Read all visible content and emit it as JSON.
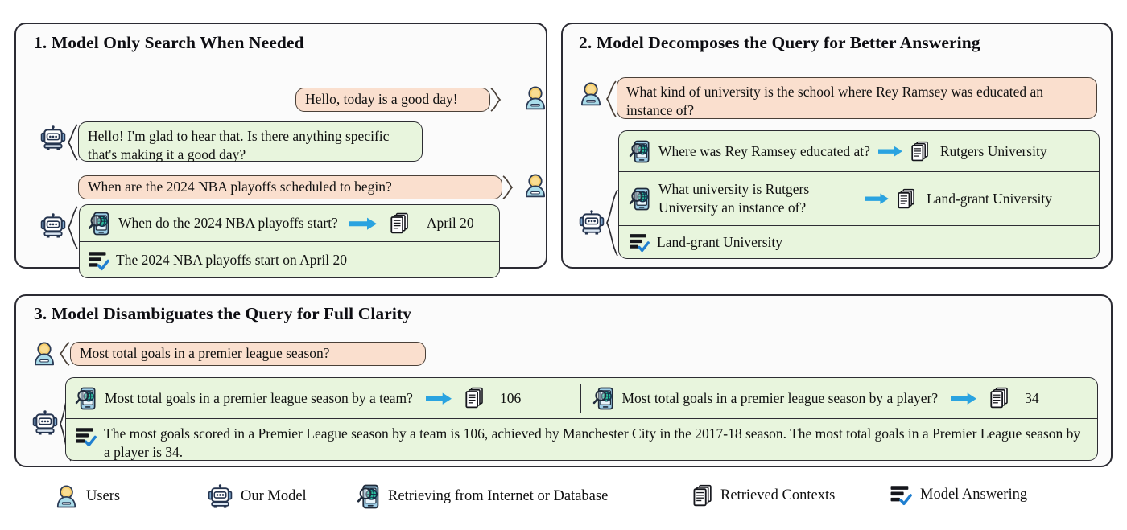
{
  "panels": [
    {
      "id": 1,
      "title": "1. Model Only Search When Needed",
      "turns": {
        "user_1": "Hello, today is a good day!",
        "model_1": "Hello! I'm glad to hear that. Is there anything specific that's making it a good day?",
        "user_2": "When are the 2024 NBA playoffs scheduled to begin?",
        "search_query": "When do the 2024 NBA playoffs start?",
        "retrieved": "April 20",
        "final_answer": "The 2024 NBA playoffs start on April 20"
      }
    },
    {
      "id": 2,
      "title": "2. Model Decomposes the Query for Better Answering",
      "turns": {
        "user_1": "What kind of university is the school where Rey Ramsey was educated an instance of?",
        "sub_query_1": "Where was Rey Ramsey educated at?",
        "retrieved_1": "Rutgers University",
        "sub_query_2": "What university is Rutgers University an instance of?",
        "retrieved_2": "Land-grant University",
        "final_answer": "Land-grant University"
      }
    },
    {
      "id": 3,
      "title": "3. Model Disambiguates the Query for Full Clarity",
      "turns": {
        "user_1": "Most total goals in a premier league season?",
        "sub_query_1": "Most total goals in a premier league season by a team?",
        "retrieved_1": "106",
        "sub_query_2": "Most total goals in a premier league season by a player?",
        "retrieved_2": "34",
        "final_answer": "The most goals scored in a Premier League season by a team is 106, achieved by Manchester City in the 2017-18 season. The most total goals in a Premier League season by a player is 34."
      }
    }
  ],
  "legend": [
    {
      "icon": "user-avatar-icon",
      "label": "Users"
    },
    {
      "icon": "robot-icon",
      "label": "Our Model"
    },
    {
      "icon": "phone-globe-search-icon",
      "label": "Retrieving from Internet or Database"
    },
    {
      "icon": "documents-stack-icon",
      "label": "Retrieved Contexts"
    },
    {
      "icon": "answer-check-icon",
      "label": "Model Answering"
    }
  ],
  "colors": {
    "user_bubble": "#fadfce",
    "model_bubble": "#e8f5dd",
    "panel_bg": "#fbfbfb",
    "panel_border": "#2b2b33",
    "arrow": "#2aa3e0",
    "avatar_head": "#f6cf6d",
    "avatar_body": "#a9dbe8",
    "check": "#1f7fd0"
  }
}
